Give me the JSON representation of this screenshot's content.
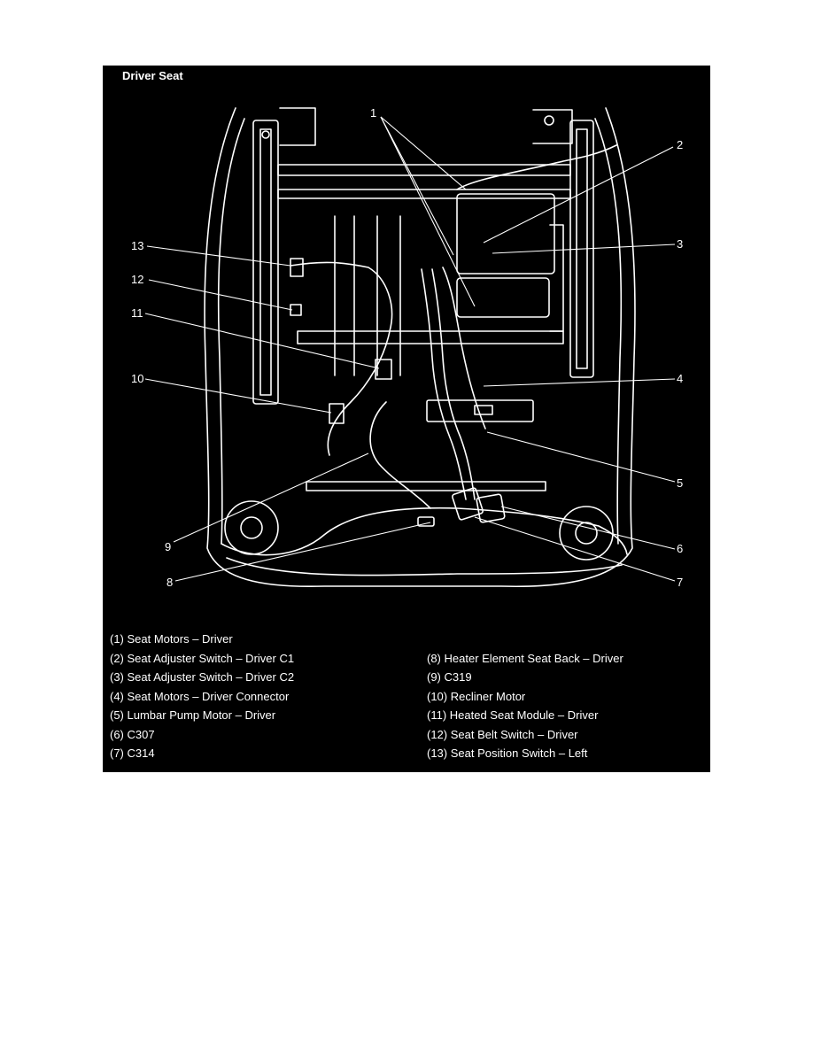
{
  "figure": {
    "title": "Driver Seat",
    "colors": {
      "background": "#000000",
      "line": "#ffffff",
      "page": "#ffffff"
    }
  },
  "callouts": [
    "1",
    "2",
    "3",
    "4",
    "5",
    "6",
    "7",
    "8",
    "9",
    "10",
    "11",
    "12",
    "13"
  ],
  "legend": {
    "left": [
      "(1) Seat Motors – Driver",
      "(2) Seat Adjuster Switch – Driver C1",
      "(3) Seat Adjuster Switch – Driver C2",
      "(4) Seat Motors – Driver Connector",
      "(5) Lumbar Pump Motor – Driver",
      "(6) C307",
      "(7) C314"
    ],
    "right": [
      "(8) Heater Element Seat Back – Driver",
      "(9) C319",
      "(10) Recliner Motor",
      "(11) Heated Seat Module – Driver",
      "(12) Seat Belt Switch – Driver",
      "(13) Seat Position Switch – Left"
    ]
  }
}
